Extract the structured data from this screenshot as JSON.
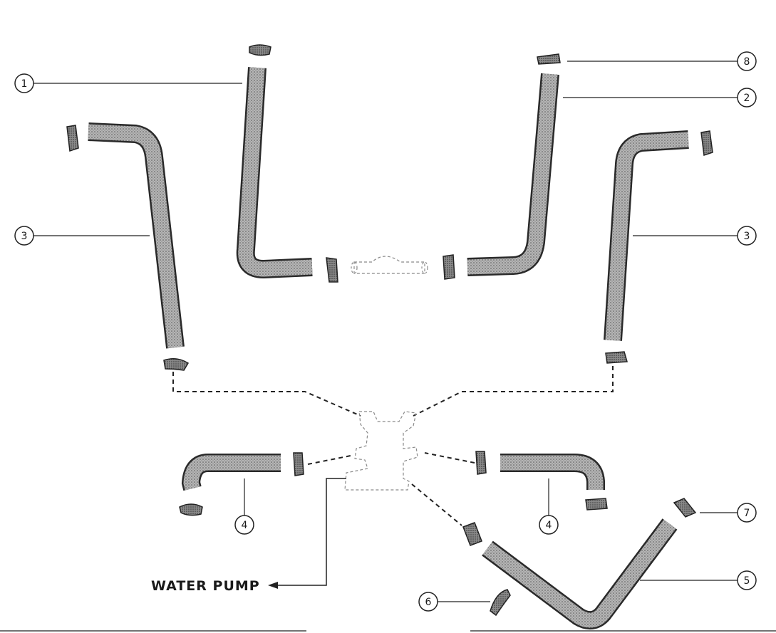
{
  "callouts": {
    "c1": "1",
    "c2": "2",
    "c3_left": "3",
    "c3_right": "3",
    "c4_left": "4",
    "c4_right": "4",
    "c5": "5",
    "c6": "6",
    "c7": "7",
    "c8": "8"
  },
  "labels": {
    "water_pump": "WATER PUMP"
  },
  "colors": {
    "hose_fill": "#9a9a9a",
    "hose_edge": "#333333",
    "line": "#222222",
    "ghost": "#8a8a8a"
  }
}
